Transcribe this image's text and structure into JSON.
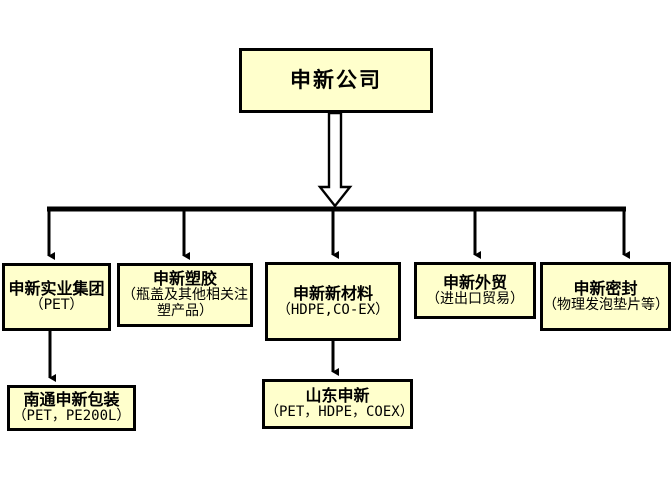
{
  "diagram": {
    "type": "org-chart",
    "background_color": "#FFFFFF",
    "node_fill_color": "#FFFFCC",
    "node_border_color": "#000000",
    "connector_color": "#000000",
    "root": {
      "id": "root",
      "title": "申新公司",
      "subtitle": ""
    },
    "level2": [
      {
        "id": "shixin",
        "title": "申新实业集团",
        "subtitle": "（PET）"
      },
      {
        "id": "sujiao",
        "title": "申新塑胶",
        "subtitle": "（瓶盖及其他相关注塑产品）"
      },
      {
        "id": "xincai",
        "title": "申新新材料",
        "subtitle": "（HDPE,CO-EX）"
      },
      {
        "id": "waimao",
        "title": "申新外贸",
        "subtitle": "（进出口贸易）"
      },
      {
        "id": "mifeng",
        "title": "申新密封",
        "subtitle": "（物理发泡垫片等）"
      }
    ],
    "level3": [
      {
        "id": "nantong",
        "title": "南通申新包装",
        "subtitle": "（PET，PE200L）",
        "parent": "shixin"
      },
      {
        "id": "shandong",
        "title": "山东申新",
        "subtitle": "（PET，HDPE，COEX）",
        "parent": "xincai"
      }
    ],
    "connectors": {
      "root_arrow": "hollow-down-arrow",
      "bus_arrows": "down-arrow",
      "child_arrows": "down-arrow"
    }
  }
}
